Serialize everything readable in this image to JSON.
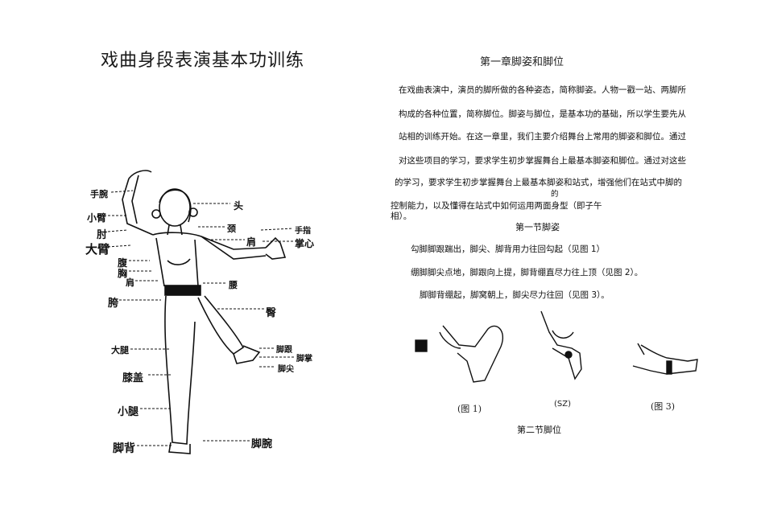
{
  "left": {
    "title": "戏曲身段表演基本功训练",
    "body_labels": {
      "shou_wan": "手腕",
      "xiao_bi": "小臂",
      "zhou": "肘",
      "da_bi": "大臂",
      "fu": "腹",
      "xiong": "胸",
      "jian_left": "肩",
      "kua": "胯",
      "da_tui": "大腿",
      "xi_gai": "膝盖",
      "xiao_tui": "小腿",
      "jiao_bei": "脚背",
      "tou": "头",
      "jing": "颈",
      "jian_right": "肩",
      "shou_zhi": "手指",
      "zhang_xin": "掌心",
      "yao": "腰",
      "tun": "臀",
      "jiao_gen": "脚跟",
      "jiao_zhang": "脚掌",
      "jiao_jian": "脚尖",
      "jiao_wan": "脚腕"
    }
  },
  "right": {
    "chapter_title": "第一章脚姿和脚位",
    "intro_lines": [
      "在戏曲表演中，演员的脚所做的各种姿态，简称脚姿。人物一戳一站、两脚所",
      "构成的各种位置，简称脚位。脚姿与脚位，是基本功的基础，所以学生要先从",
      "站相的训练开始。在这一章里，我们主要介绍舞台上常用的脚姿和脚位。通过",
      "对这些项目的学习，要求学生初步掌握舞台上最基本脚姿和脚位。通过对这些",
      "的学习，要求学生初步掌握舞台上最基本脚姿和站式，增强他们在站式中脚的"
    ],
    "overlap_word": "的",
    "tail_lines": [
      "控制能力，以及懂得在站式中如何运用两面身型（即子午",
      "相）。"
    ],
    "section1_title": "第一节脚姿",
    "items": [
      "勾脚脚跟踹出，脚尖、脚背用力往回勾起（见图 1）",
      "绷脚脚尖点地，脚跟向上提，脚背绷直尽力往上顶（见图 2）。",
      "脚脚背绷起，脚窝朝上，脚尖尽力往回（见图 3）。"
    ],
    "captions": [
      "(图 1)",
      "(SZ)",
      "(图 3)"
    ],
    "section2_title": "第二节脚位"
  }
}
